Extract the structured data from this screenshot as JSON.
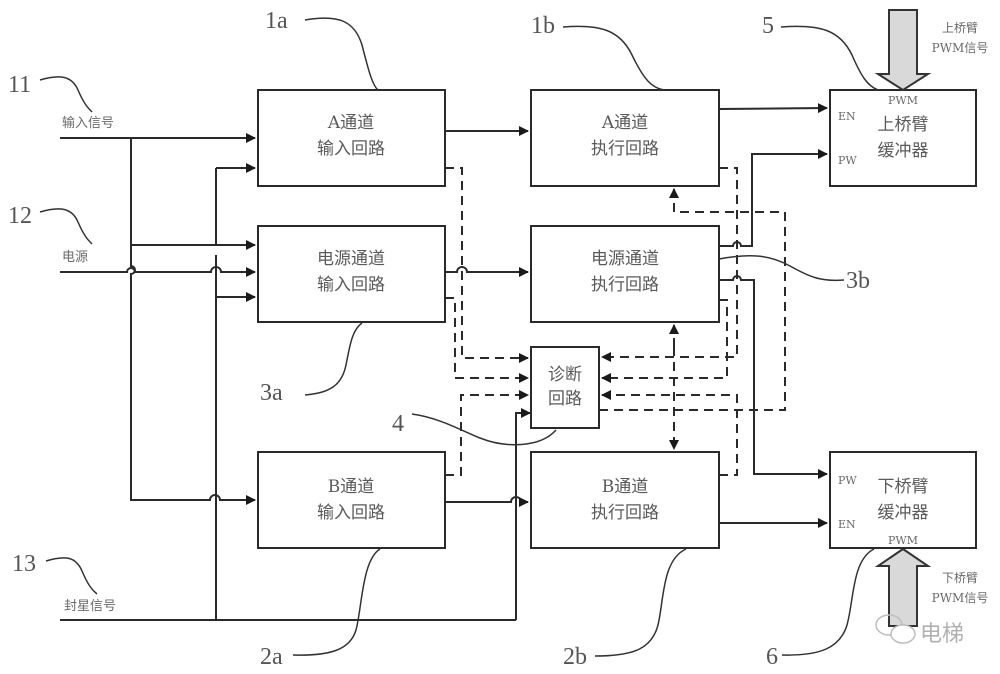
{
  "diagram": {
    "title": "",
    "blocks": {
      "a_input": {
        "line1": "A通道",
        "line2": "输入回路",
        "ref": "1a"
      },
      "a_exec": {
        "line1": "A通道",
        "line2": "执行回路",
        "ref": "1b"
      },
      "pwr_input": {
        "line1": "电源通道",
        "line2": "输入回路",
        "ref": "3a"
      },
      "pwr_exec": {
        "line1": "电源通道",
        "line2": "执行回路",
        "ref": "3b"
      },
      "b_input": {
        "line1": "B通道",
        "line2": "输入回路",
        "ref": "2a"
      },
      "b_exec": {
        "line1": "B通道",
        "line2": "执行回路",
        "ref": "2b"
      },
      "diag": {
        "line1": "诊断",
        "line2": "回路",
        "ref": "4"
      },
      "upper_buf": {
        "line1": "上桥臂",
        "line2": "缓冲器",
        "ref": "5",
        "port_pwm": "PWM",
        "port_en": "EN",
        "port_pw": "PW"
      },
      "lower_buf": {
        "line1": "下桥臂",
        "line2": "缓冲器",
        "ref": "6",
        "port_pwm": "PWM",
        "port_en": "EN",
        "port_pw": "PW"
      }
    },
    "inputs": {
      "input_signal": {
        "label": "输入信号",
        "ref": "11"
      },
      "power": {
        "label": "电源",
        "ref": "12"
      },
      "star_signal": {
        "label": "封星信号",
        "ref": "13"
      }
    },
    "pwm_signals": {
      "upper": {
        "line1": "上桥臂",
        "line2": "PWM信号"
      },
      "lower": {
        "line1": "下桥臂",
        "line2": "PWM信号"
      }
    },
    "watermark": "电梯"
  }
}
